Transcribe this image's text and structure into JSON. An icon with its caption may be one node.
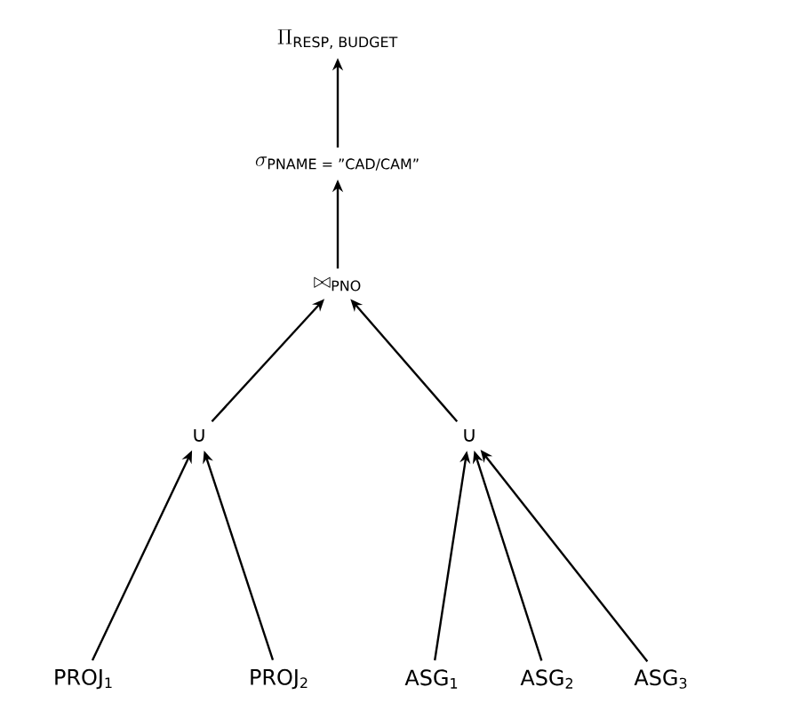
{
  "diagram": {
    "nodes": [
      {
        "text": [
          "\\Pi_{\\text{RESP, BUDGET}}"
        ]
      },
      {
        "text": [
          "\\sigma_{\\text{PNAME = \"CAD/CAM\"}}"
        ]
      },
      {
        "text": [
          "\\bowtie_{\\text{PNO}}"
        ]
      },
      {
        "text": [
          "∪"
        ]
      },
      {
        "text": [
          "∪"
        ]
      },
      {
        "text": [
          "PROJ$_{1}$"
        ]
      },
      {
        "text": [
          "PROJ$_{2}$"
        ]
      },
      {
        "text": [
          "ASG$_{1}$"
        ]
      },
      {
        "text": [
          "ASG$_{2}$"
        ]
      },
      {
        "text": [
          "ASG$_{3}$"
        ]
      }
    ],
    "edges": [
      {
        "from": 1,
        "to": 0,
        "arrow": "to"
      },
      {
        "from": 2,
        "to": 1,
        "arrow": "to"
      },
      {
        "from": 3,
        "to": 2,
        "arrow": "to"
      },
      {
        "from": 4,
        "to": 2,
        "arrow": "to"
      },
      {
        "from": 5,
        "to": 3,
        "arrow": "to"
      },
      {
        "from": 6,
        "to": 3,
        "arrow": "to"
      },
      {
        "from": 7,
        "to": 4,
        "arrow": "to"
      },
      {
        "from": 8,
        "to": 4,
        "arrow": "to"
      },
      {
        "from": 9,
        "to": 4,
        "arrow": "to"
      }
    ]
  }
}
